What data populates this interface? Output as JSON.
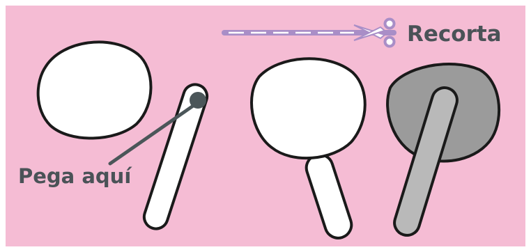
{
  "labels": {
    "cut": "Recorta",
    "glue": "Pega aquí"
  },
  "icons": {
    "cut_line": "dashed-cut-line",
    "scissors": "scissors-icon",
    "glue_dot": "glue-dot"
  },
  "colors": {
    "background": "#f5bcd4",
    "frame": "#ffffff",
    "piece_fill": "#ffffff",
    "outline": "#1a1a1a",
    "text": "#4a5257",
    "cut_line": "#a98ec7",
    "glued_circle": "#9b9b9b",
    "glued_stick": "#b9b9b9",
    "glue_dot": "#4b5659"
  }
}
